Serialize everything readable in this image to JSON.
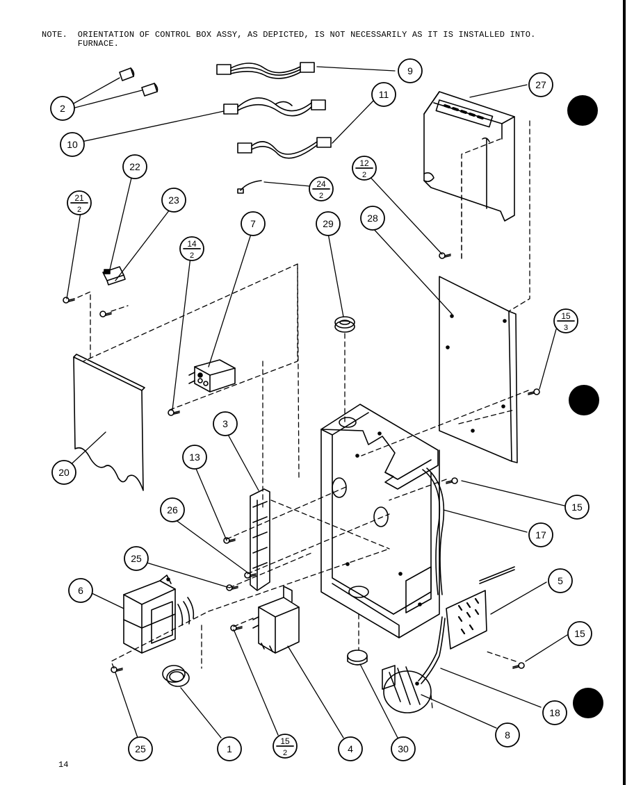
{
  "note": {
    "line1": "NOTE.  ORIENTATION OF CONTROL BOX ASSY, AS DEPICTED, IS NOT NECESSARILY AS IT IS INSTALLED INTO.",
    "line2": "       FURNACE."
  },
  "page_number": "14",
  "callouts": [
    {
      "id": "2",
      "label": "2"
    },
    {
      "id": "9",
      "label": "9"
    },
    {
      "id": "10",
      "label": "10"
    },
    {
      "id": "11",
      "label": "11"
    },
    {
      "id": "27",
      "label": "27"
    },
    {
      "id": "12-2",
      "top": "12",
      "bottom": "2"
    },
    {
      "id": "22",
      "label": "22"
    },
    {
      "id": "21-2",
      "top": "21",
      "bottom": "2"
    },
    {
      "id": "23",
      "label": "23"
    },
    {
      "id": "24-2",
      "top": "24",
      "bottom": "2"
    },
    {
      "id": "14-2",
      "top": "14",
      "bottom": "2"
    },
    {
      "id": "7",
      "label": "7"
    },
    {
      "id": "29",
      "label": "29"
    },
    {
      "id": "28",
      "label": "28"
    },
    {
      "id": "15-3",
      "top": "15",
      "bottom": "3"
    },
    {
      "id": "20",
      "label": "20"
    },
    {
      "id": "3",
      "label": "3"
    },
    {
      "id": "13",
      "label": "13"
    },
    {
      "id": "15a",
      "label": "15"
    },
    {
      "id": "17",
      "label": "17"
    },
    {
      "id": "26",
      "label": "26"
    },
    {
      "id": "25a",
      "label": "25"
    },
    {
      "id": "6",
      "label": "6"
    },
    {
      "id": "5",
      "label": "5"
    },
    {
      "id": "15b",
      "label": "15"
    },
    {
      "id": "18",
      "label": "18"
    },
    {
      "id": "25b",
      "label": "25"
    },
    {
      "id": "1",
      "label": "1"
    },
    {
      "id": "15-2",
      "top": "15",
      "bottom": "2"
    },
    {
      "id": "4",
      "label": "4"
    },
    {
      "id": "30",
      "label": "30"
    },
    {
      "id": "8",
      "label": "8"
    }
  ]
}
